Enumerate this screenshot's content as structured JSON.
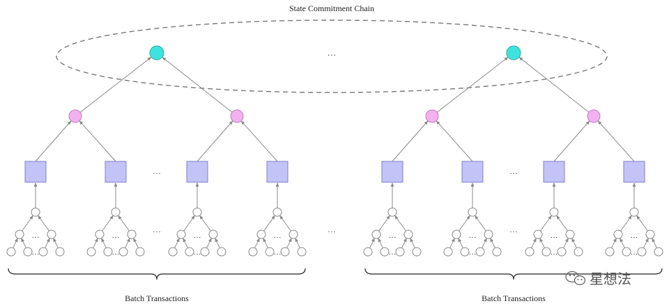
{
  "title": "State Commitment Chain",
  "ellipsis": "…",
  "batch_label": "Batch Transactions",
  "watermark": {
    "text": "星想法",
    "icon": "wechat-icon"
  },
  "colors": {
    "root": "#3fe3dd",
    "mid": "#f3b2ef",
    "batch": "#c3c3f7",
    "batch_stroke": "#7f7fcf",
    "tx": "#ffffff",
    "edge": "#8a8a8a",
    "chain": "#777777"
  }
}
